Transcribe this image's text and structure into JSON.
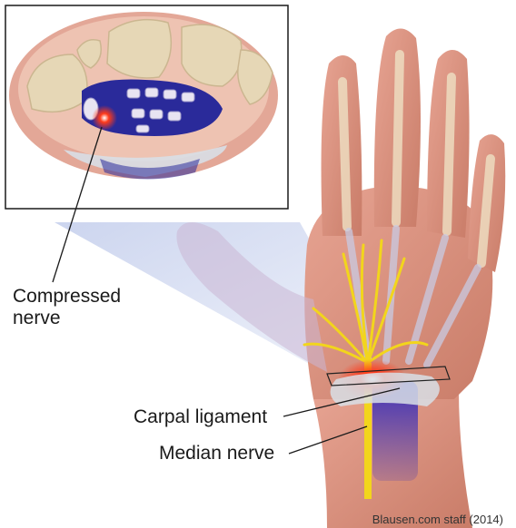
{
  "labels": {
    "compressed_nerve": "Compressed\nnerve",
    "carpal_ligament": "Carpal ligament",
    "median_nerve": "Median nerve"
  },
  "credit": "Blausen.com staff (2014)",
  "colors": {
    "skin": "#d98f7a",
    "bone": "#e6d7b6",
    "nerve": "#f2d51c",
    "inflamed": "#ff3a1a",
    "tendon_sheath": "#1f2bb0",
    "ligament": "#d8dfe6"
  }
}
